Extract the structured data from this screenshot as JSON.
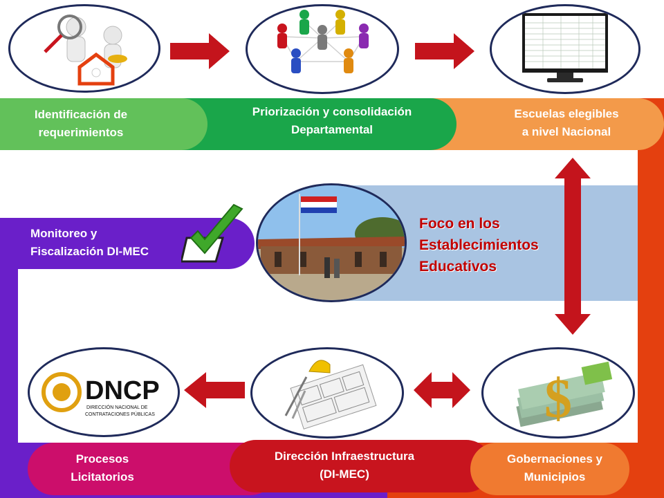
{
  "steps": {
    "identificacion": "Identificación de\nrequerimientos",
    "priorizacion": "Priorización y consolidación\nDepartamental",
    "escuelas": "Escuelas elegibles\na nivel Nacional",
    "monitoreo": "Monitoreo y\nFiscalización DI-MEC",
    "procesos": "Procesos\nLicitatorios",
    "direccion": "Dirección Infraestructura\n(DI-MEC)",
    "gobernaciones": "Gobernaciones y\nMunicipios"
  },
  "center": {
    "focus": "Foco en los\nEstablecimientos\nEducativos"
  },
  "logo": {
    "acronym": "DNCP",
    "line1": "DIRECCIÓN NACIONAL DE",
    "line2": "CONTRATACIONES PÚBLICAS"
  },
  "colors": {
    "green": "#1aa64a",
    "orange": "#f39a4a",
    "red_orange": "#e4400f",
    "purple": "#6a1fc9",
    "magenta": "#cc0e6b",
    "crimson": "#c8141e",
    "arrow_red": "#c4141c",
    "light_blue": "#a9c4e2",
    "focus_text": "#c00000"
  }
}
